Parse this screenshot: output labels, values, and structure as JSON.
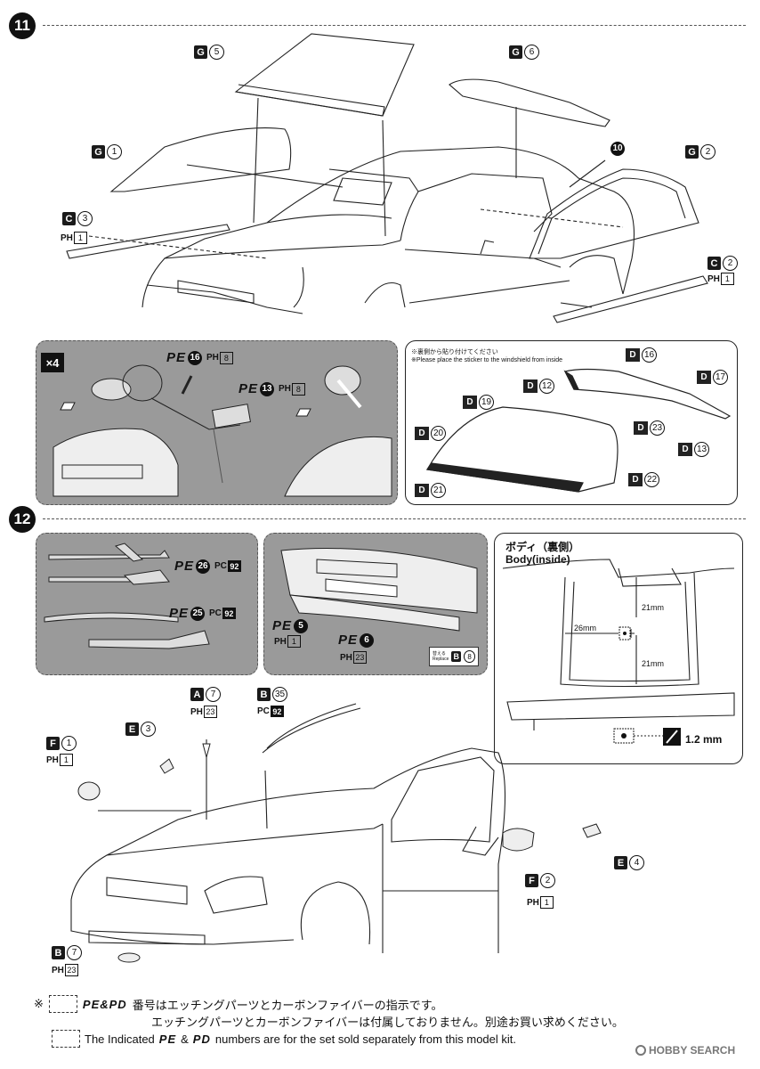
{
  "step11": {
    "number": "11",
    "parts": {
      "g5": {
        "letter": "G",
        "num": "5"
      },
      "g6": {
        "letter": "G",
        "num": "6"
      },
      "g1": {
        "letter": "G",
        "num": "1"
      },
      "g2": {
        "letter": "G",
        "num": "2"
      },
      "c3": {
        "letter": "C",
        "num": "3",
        "sub": "PH",
        "subnum": "1"
      },
      "c2": {
        "letter": "C",
        "num": "2",
        "sub": "PH",
        "subnum": "1"
      },
      "ref10": "10"
    },
    "pe_panel": {
      "multiplier": "×4",
      "pe16": {
        "label": "PE",
        "num": "16",
        "sub": "PH",
        "subnum": "8"
      },
      "pe13": {
        "label": "PE",
        "num": "13",
        "sub": "PH",
        "subnum": "8"
      }
    },
    "sticker_panel": {
      "note_jp": "※裏側から貼り付けてください",
      "note_en": "※Please place the sticker to the windshield from inside",
      "decals": [
        "16",
        "12",
        "17",
        "19",
        "23",
        "20",
        "13",
        "21",
        "22"
      ],
      "decal_letter": "D"
    }
  },
  "step12": {
    "number": "12",
    "wiper_panel": {
      "pe26": {
        "label": "PE",
        "num": "26",
        "sub": "PC",
        "subnum": "92"
      },
      "pe25": {
        "label": "PE",
        "num": "25",
        "sub": "PC",
        "subnum": "92"
      }
    },
    "grille_panel": {
      "pe5": {
        "label": "PE",
        "num": "5",
        "sub": "PH",
        "subnum": "1"
      },
      "pe6": {
        "label": "PE",
        "num": "6",
        "sub": "PH",
        "subnum": "23"
      },
      "replace_jp": "替える",
      "replace_en": "Replace",
      "b8": {
        "letter": "B",
        "num": "8"
      }
    },
    "body_panel": {
      "title_jp": "ボディ（裏側）",
      "title_en": "Body(inside)",
      "dim1": "21mm",
      "dim2": "26mm",
      "dim3": "21mm",
      "drill": "1.2 mm"
    },
    "parts": {
      "a7": {
        "letter": "A",
        "num": "7",
        "sub": "PH",
        "subnum": "23"
      },
      "b35": {
        "letter": "B",
        "num": "35",
        "sub": "PC",
        "subnum": "92"
      },
      "f1": {
        "letter": "F",
        "num": "1",
        "sub": "PH",
        "subnum": "1"
      },
      "e3": {
        "letter": "E",
        "num": "3"
      },
      "f2": {
        "letter": "F",
        "num": "2",
        "sub": "PH",
        "subnum": "1"
      },
      "e4": {
        "letter": "E",
        "num": "4"
      },
      "b7": {
        "letter": "B",
        "num": "7",
        "sub": "PH",
        "subnum": "23"
      }
    }
  },
  "footer": {
    "mark": "※",
    "pe_pd": "PE&PD",
    "line1": "番号はエッチングパーツとカーボンファイバーの指示です。",
    "line2": "エッチングパーツとカーボンファイバーは付属しておりません。別途お買い求めください。",
    "line3_pre": "The Indicated",
    "line3_pe": "PE",
    "line3_amp": "&",
    "line3_pd": "PD",
    "line3_post": "numbers are for the set sold separately from this model kit.",
    "watermark": "HOBBY SEARCH"
  }
}
